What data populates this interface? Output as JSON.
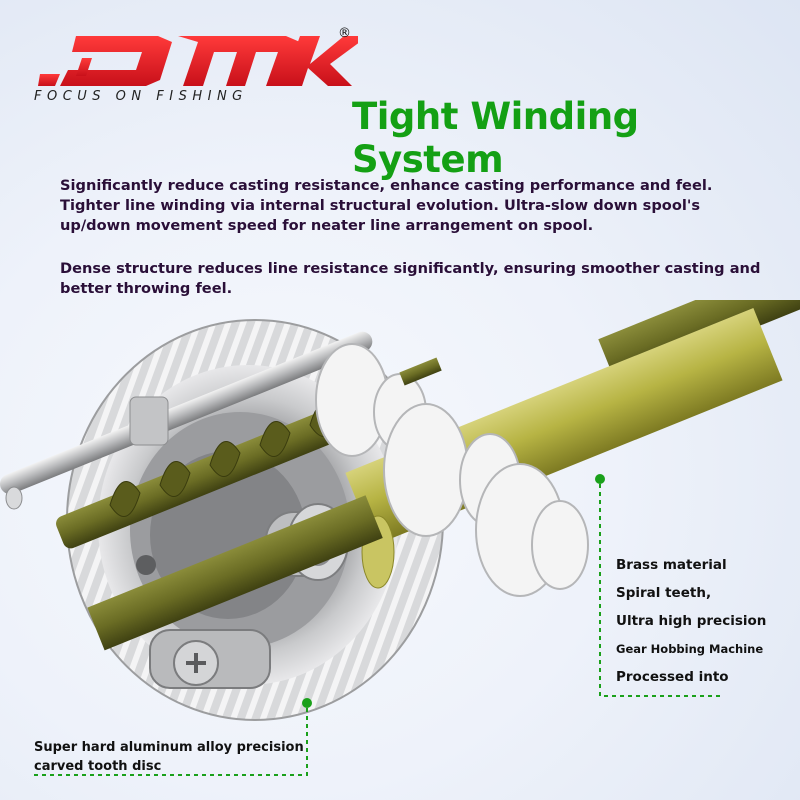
{
  "brand": {
    "logo_text": "DMK",
    "registered_mark": "®",
    "tagline": "FOCUS ON FISHING"
  },
  "header": {
    "title": "Tight Winding System"
  },
  "description": {
    "paragraph1": "Significantly reduce casting resistance, enhance casting performance and feel. Tighter line winding via internal structural evolution. Ultra-slow down spool's up/down movement speed for neater line arrangement on spool.",
    "paragraph2": "Dense structure reduces line resistance significantly, ensuring smoother casting and better throwing feel."
  },
  "callouts": {
    "brass": {
      "line1": "Brass material",
      "line2": "Spiral teeth,",
      "line3": "Ultra high precision",
      "line4": "Gear Hobbing Machine",
      "line5": "Processed into"
    },
    "aluminum": {
      "text": "Super hard aluminum alloy precision carved tooth disc"
    }
  },
  "colors": {
    "title_green": "#14a014",
    "logo_red": "#e01a22",
    "body_text": "#2a0f38",
    "brass_tube": "#b4b43c",
    "worm_shaft": "#6e7028",
    "callout_green": "#1aa01a"
  }
}
